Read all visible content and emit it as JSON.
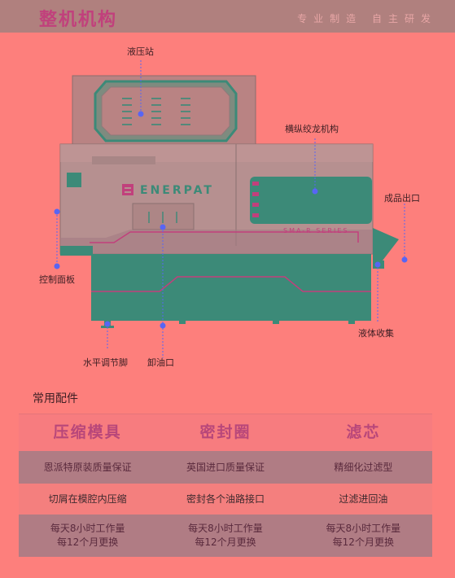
{
  "header": {
    "title": "整机机构",
    "slogan": "专业制造  自主研发"
  },
  "machine": {
    "brand": "ENERPAT",
    "series": "SMA-R SERIES",
    "labels": {
      "hydraulic_station": "液压站",
      "screw_mechanism": "横纵绞龙机构",
      "product_outlet": "成品出口",
      "control_panel": "控制面板",
      "liquid_collection": "液体收集",
      "leveling_foot": "水平调节脚",
      "oil_drain": "卸油口"
    }
  },
  "accessories": {
    "title": "常用配件",
    "columns": [
      "压缩模具",
      "密封圈",
      "滤芯"
    ],
    "rows": [
      [
        "恩派特原装质量保证",
        "英国进口质量保证",
        "精细化过滤型"
      ],
      [
        "切屑在模腔内压缩",
        "密封各个油路接口",
        "过滤进回油"
      ],
      [
        [
          "每天8小时工作量",
          "每12个月更换"
        ],
        [
          "每天8小时工作量",
          "每12个月更换"
        ],
        [
          "每天8小时工作量",
          "每12个月更换"
        ]
      ]
    ]
  },
  "colors": {
    "background": "#fd7f7c",
    "topbar": "#b0807e",
    "accent_pink": "#c1407c",
    "machine_teal": "#3c8a78",
    "leader_blue": "#5865f4"
  }
}
